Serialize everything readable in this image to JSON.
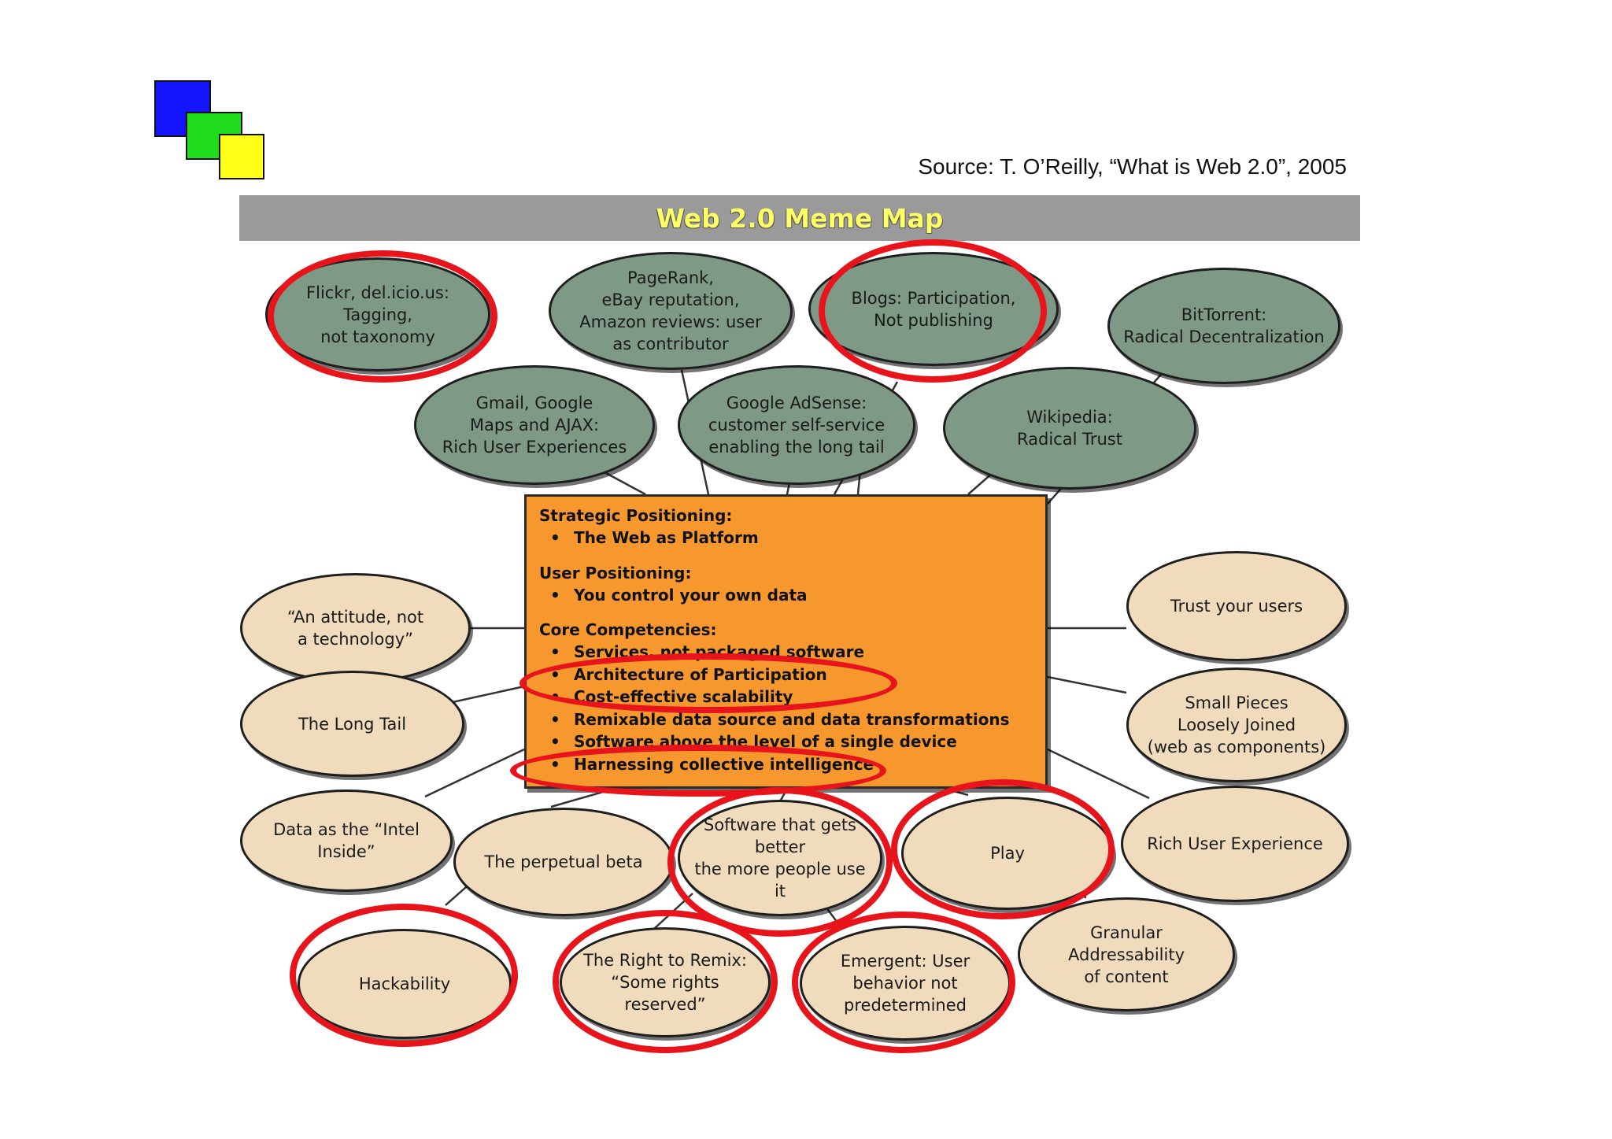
{
  "source": "Source: T. O’Reilly, “What is Web 2.0”, 2005",
  "title": "Web 2.0 Meme Map",
  "colors": {
    "title_bar": "#9a9a9a",
    "title_text": "#ffff66",
    "top_node": "#7e9a86",
    "bottom_node": "#f0dcbd",
    "core_box": "#f7982f",
    "highlight": "#e8141c",
    "logo": [
      "#1414ff",
      "#1fdc1f",
      "#ffff1a"
    ]
  },
  "top_nodes": [
    {
      "label": "Flickr, del.icio.us:\nTagging,\nnot taxonomy",
      "highlighted": true
    },
    {
      "label": "PageRank,\neBay reputation,\nAmazon reviews:  user\nas contributor",
      "highlighted": false
    },
    {
      "label": "Blogs:  Participation,\nNot publishing",
      "highlighted": true
    },
    {
      "label": "BitTorrent:\nRadical Decentralization",
      "highlighted": false
    },
    {
      "label": "Gmail, Google\nMaps and AJAX:\nRich User Experiences",
      "highlighted": false
    },
    {
      "label": "Google AdSense:\ncustomer self-service\nenabling the long tail",
      "highlighted": false
    },
    {
      "label": "Wikipedia:\nRadical Trust",
      "highlighted": false
    }
  ],
  "core": {
    "strategic_heading": "Strategic Positioning:",
    "strategic_items": [
      "The Web as Platform"
    ],
    "user_heading": "User Positioning:",
    "user_items": [
      "You control your own data"
    ],
    "competencies_heading": "Core Competencies:",
    "competencies_items": [
      {
        "label": "Services, not packaged software",
        "highlighted": false
      },
      {
        "label": "Architecture of Participation",
        "highlighted": true
      },
      {
        "label": "Cost-effective scalability",
        "highlighted": false
      },
      {
        "label": "Remixable data source and data transformations",
        "highlighted": false
      },
      {
        "label": "Software above the level of a single device",
        "highlighted": false
      },
      {
        "label": "Harnessing collective intelligence",
        "highlighted": true
      }
    ]
  },
  "bottom_nodes": [
    {
      "label": "“An attitude, not\na technology”",
      "highlighted": false
    },
    {
      "label": "The Long Tail",
      "highlighted": false
    },
    {
      "label": "Data as the “Intel Inside”",
      "highlighted": false
    },
    {
      "label": "The perpetual beta",
      "highlighted": false
    },
    {
      "label": "Software that gets\nbetter\nthe more people use it",
      "highlighted": true
    },
    {
      "label": "Play",
      "highlighted": true
    },
    {
      "label": "Hackability",
      "highlighted": true
    },
    {
      "label": "The Right to Remix:\n“Some rights reserved”",
      "highlighted": true
    },
    {
      "label": "Emergent:  User\nbehavior not\npredetermined",
      "highlighted": true
    },
    {
      "label": "Granular Addressability\nof content",
      "highlighted": false
    },
    {
      "label": "Trust your users",
      "highlighted": false
    },
    {
      "label": "Small Pieces\nLoosely Joined\n(web as components)",
      "highlighted": false
    },
    {
      "label": "Rich User Experience",
      "highlighted": false
    }
  ]
}
